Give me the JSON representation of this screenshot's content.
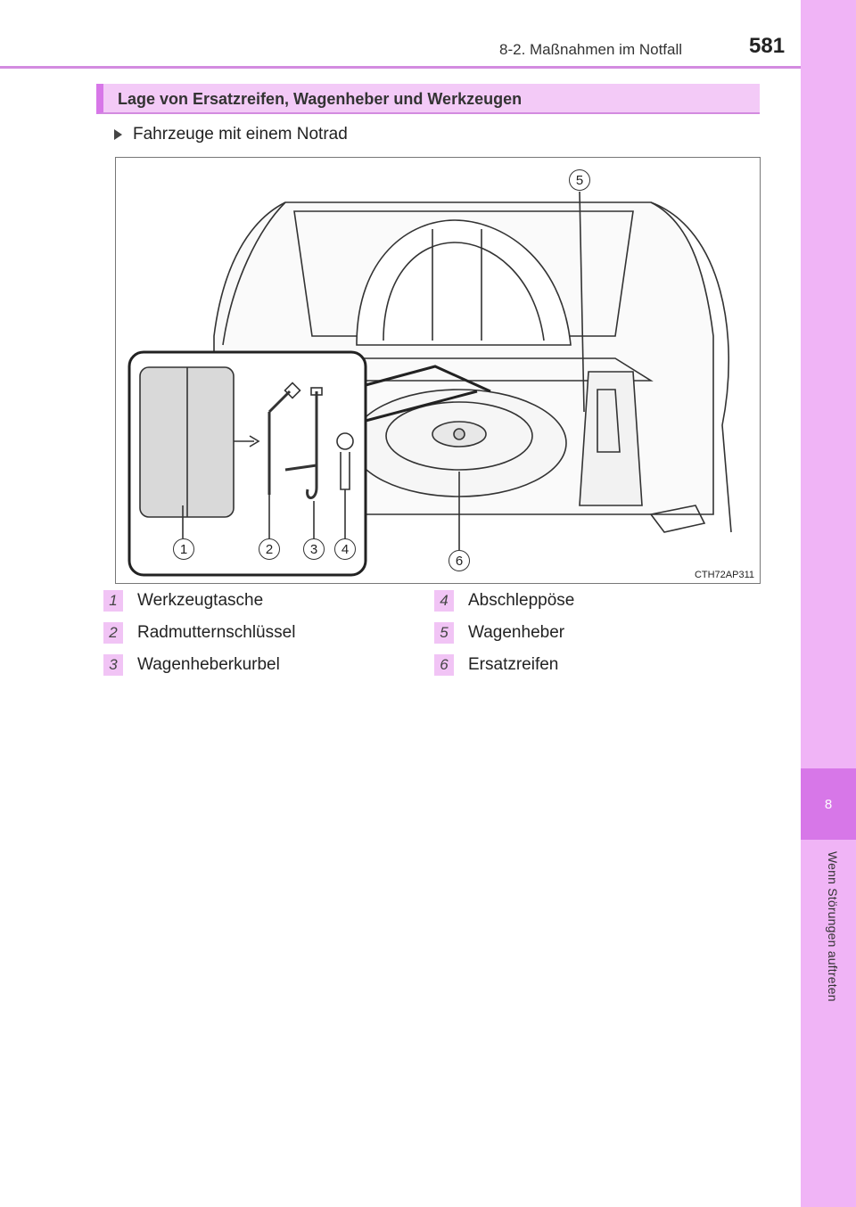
{
  "header": {
    "section": "8-2. Maßnahmen im Notfall",
    "page_number": "581"
  },
  "side_tab": {
    "chapter_number": "8",
    "chapter_title": "Wenn Störungen auftreten"
  },
  "section_heading": "Lage von Ersatzreifen, Wagenheber und Werkzeugen",
  "bullet": "Fahrzeuge mit einem Notrad",
  "figure": {
    "code": "CTH72AP311",
    "callouts": [
      "1",
      "2",
      "3",
      "4",
      "5",
      "6"
    ]
  },
  "legend": [
    {
      "num": "1",
      "label": "Werkzeugtasche"
    },
    {
      "num": "2",
      "label": "Radmutternschlüssel"
    },
    {
      "num": "3",
      "label": "Wagenheberkurbel"
    },
    {
      "num": "4",
      "label": "Abschleppöse"
    },
    {
      "num": "5",
      "label": "Wagenheber"
    },
    {
      "num": "6",
      "label": "Ersatzreifen"
    }
  ],
  "colors": {
    "accent": "#d777e8",
    "tab": "#f0b4f6",
    "heading_bg": "#f3caf7"
  }
}
